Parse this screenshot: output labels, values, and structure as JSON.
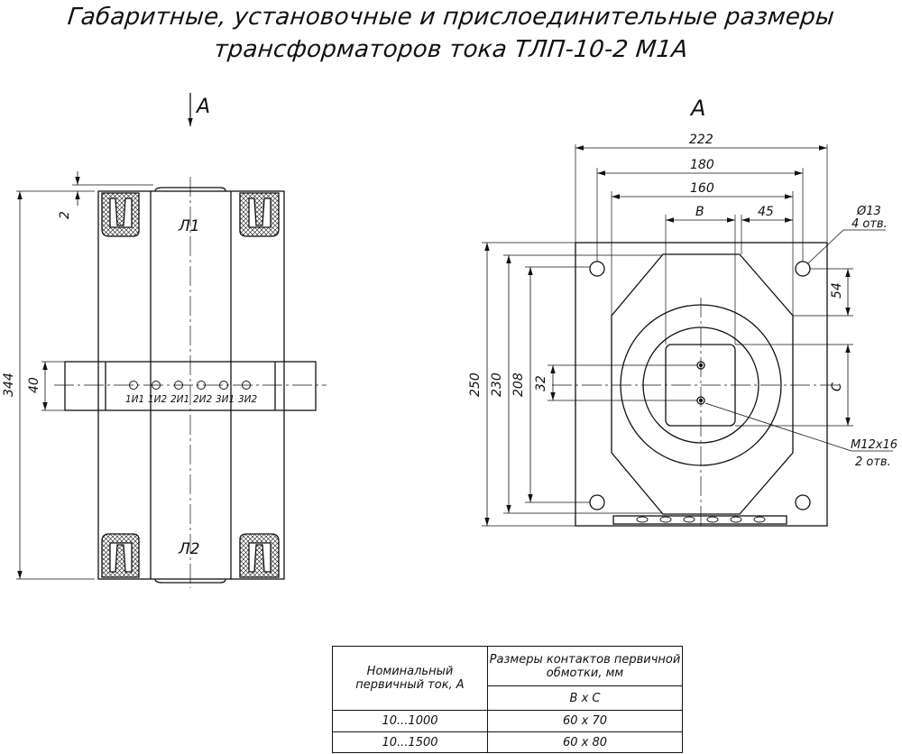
{
  "title": {
    "line1": "Габаритные, установочные и прислоединительные размеры",
    "line2": "трансформаторов тока ТЛП-10-2 М1А"
  },
  "left_view": {
    "section_label": "А",
    "dim_total_height": "344",
    "dim_top_gap": "2",
    "dim_flange_height": "40",
    "terminal_top": "Л1",
    "terminal_bottom": "Л2",
    "secondary_terminals": [
      "1И1",
      "1И2",
      "2И1",
      "2И2",
      "3И1",
      "3И2"
    ]
  },
  "right_view": {
    "view_label": "А",
    "dim_222": "222",
    "dim_180": "180",
    "dim_160": "160",
    "dim_b": "В",
    "dim_45": "45",
    "dim_250": "250",
    "dim_230": "230",
    "dim_208": "208",
    "dim_32": "32",
    "dim_54": "54",
    "dim_c": "С",
    "hole_note_1": "Ø13",
    "hole_note_2": "4 отв.",
    "thread_note_1": "М12х16",
    "thread_note_2": "2 отв."
  },
  "table": {
    "header_col1": "Номинальный первичный ток, А",
    "header_col2": "Размеры контактов первичной обмотки, мм",
    "subheader_col2": "В х С",
    "rows": [
      {
        "current": "10...1000",
        "size": "60 х 70"
      },
      {
        "current": "10...1500",
        "size": "60 х 80"
      }
    ]
  }
}
